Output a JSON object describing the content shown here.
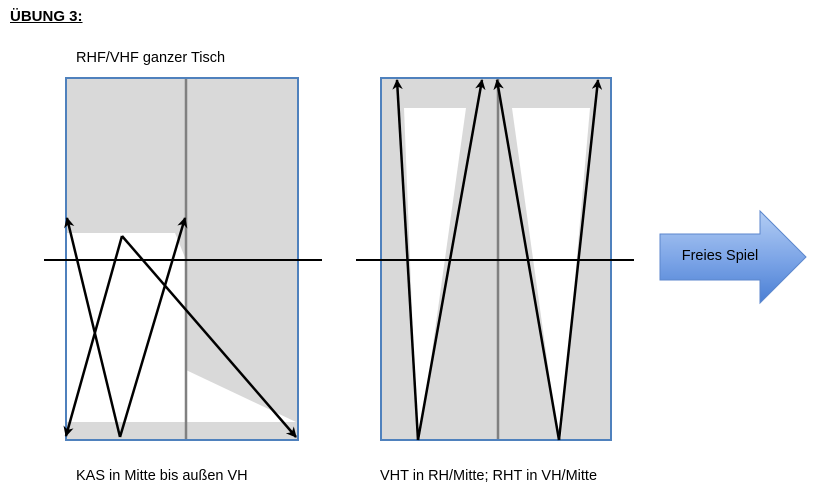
{
  "heading": "ÜBUNG 3:",
  "diagram_left": {
    "caption_top": "RHF/VHF ganzer Tisch",
    "caption_bottom": "KAS in Mitte bis außen VH"
  },
  "diagram_right": {
    "caption_bottom": "VHT in RH/Mitte; RHT in VH/Mitte"
  },
  "next_step": {
    "label": "Freies Spiel"
  },
  "colors": {
    "table_border": "#4f81bd",
    "zone_fill": "#d9d9d9",
    "arrow_stroke": "#000000",
    "button_top": "#a9c4f0",
    "button_bottom": "#4a7fd4"
  }
}
